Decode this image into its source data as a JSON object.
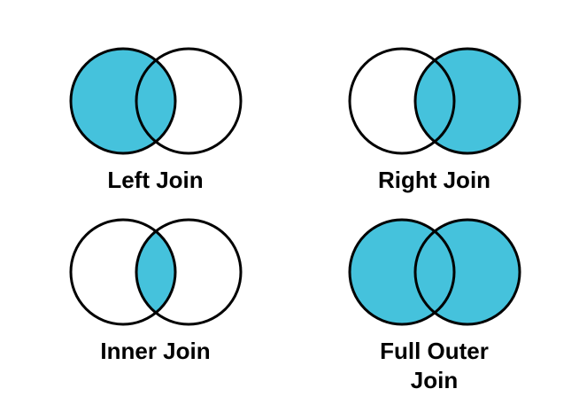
{
  "page": {
    "background": "#ffffff"
  },
  "colors": {
    "fill": "#45C2DC",
    "empty": "#FFFFFF",
    "stroke": "#000000",
    "label_text": "#000000"
  },
  "diagrams": [
    {
      "id": "left-join",
      "label": "Left Join",
      "left_filled": true,
      "right_filled": false,
      "intersection_filled": true
    },
    {
      "id": "right-join",
      "label": "Right Join",
      "left_filled": false,
      "right_filled": true,
      "intersection_filled": true
    },
    {
      "id": "inner-join",
      "label": "Inner Join",
      "left_filled": false,
      "right_filled": false,
      "intersection_filled": true
    },
    {
      "id": "full-outer-join",
      "label": "Full Outer Join",
      "left_filled": true,
      "right_filled": true,
      "intersection_filled": true
    }
  ]
}
